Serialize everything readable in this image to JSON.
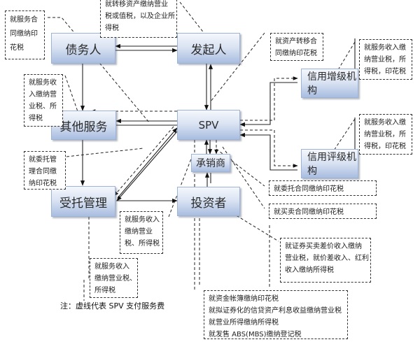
{
  "nodes": {
    "debtor": "债务人",
    "originator": "发起人",
    "other_services": "其他服务",
    "spv": "SPV",
    "credit_enhancement": "信用增级机构",
    "credit_rating": "信用评级机构",
    "underwriter": "承销商",
    "trustee": "受托管理",
    "investor": "投资者"
  },
  "notes": {
    "debtor_note": [
      "就服务合",
      "同缴纳印",
      "花税"
    ],
    "originator_note": [
      "就转移资产缴纳营业",
      "税或值税，以及企业所",
      "得税"
    ],
    "asset_transfer_note": [
      "就资产转移合",
      "同缴纳印花税"
    ],
    "enhancement_note": [
      "就服务收入缴",
      "纳营业税，所",
      "得税，印花税"
    ],
    "other_services_note": [
      "就服务收",
      "入缴纳营",
      "业税、所",
      "得税"
    ],
    "rating_note": [
      "就服务收入缴",
      "纳营业税，所",
      "得税，印花税"
    ],
    "trustee_contract_note": [
      "就委托管",
      "理合同缴",
      "纳印花税"
    ],
    "underwriting_contract_note": [
      "就委托合同缴纳印花税"
    ],
    "sale_contract_note": [
      "就买卖合同缴纳印花税"
    ],
    "trustee_service_note": [
      "就服务收入",
      "缴纳营业",
      "税、所得税"
    ],
    "investor_note": [
      "就证券买卖差价收入缴纳",
      "营业税，就价差收入、红利",
      "收入缴纳所得税"
    ],
    "other_service_income_note": [
      "就服务收入",
      "缴纳营业税、",
      "所得税"
    ],
    "spv_note": [
      "就资金帐簿缴纳印花税",
      "就拟证券化的信贷资产利息收益缴纳营业税",
      "就营业所得缴纳所得税",
      "就发售 ABS(MBS)缴纳登记税"
    ]
  },
  "footnote": "注：虚线代表 SPV 支付服务费"
}
